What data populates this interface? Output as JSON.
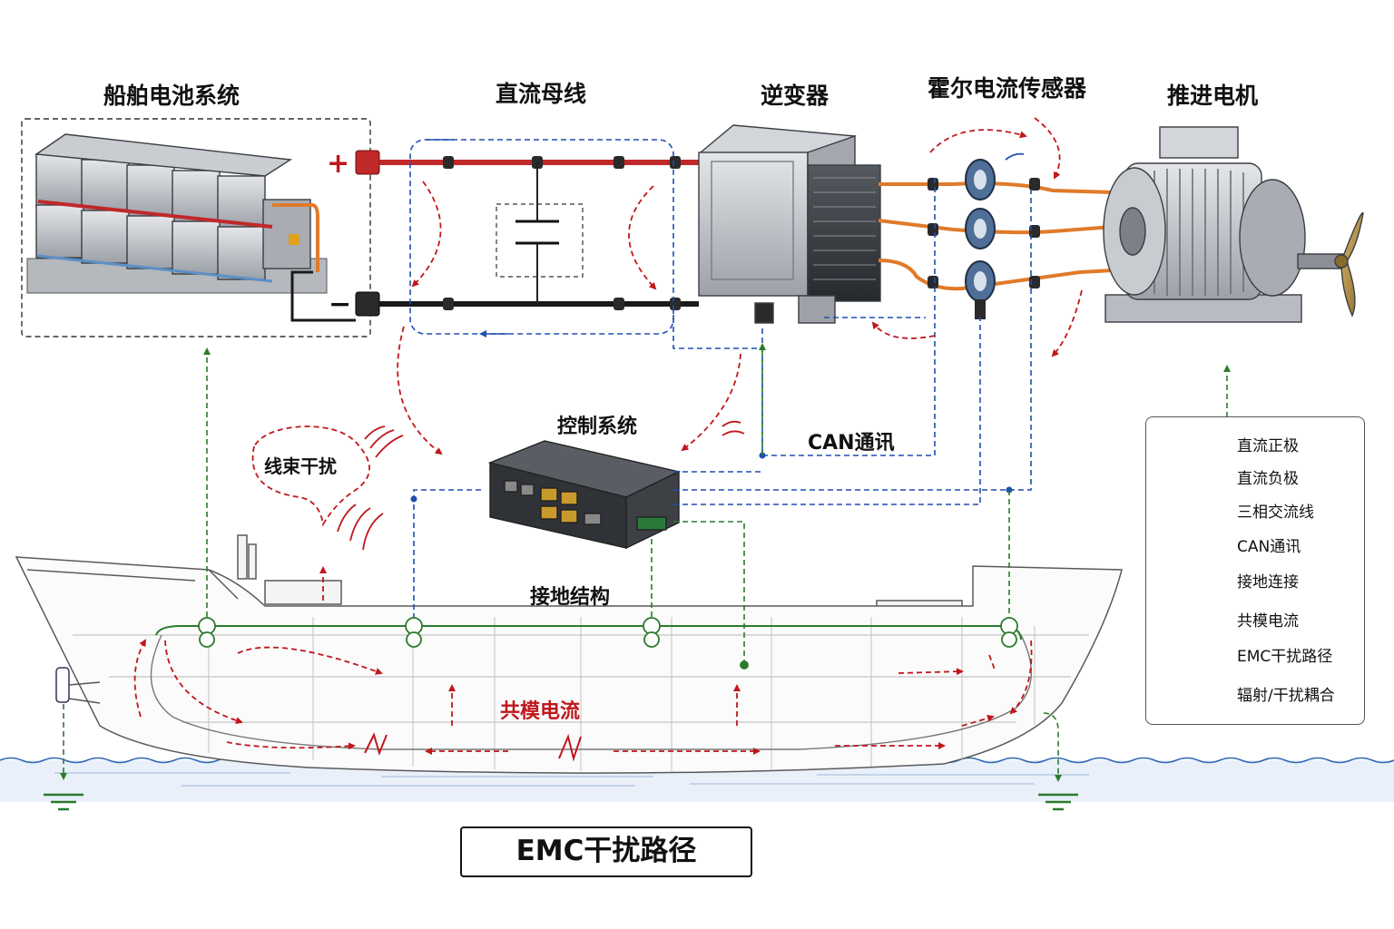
{
  "labels": {
    "battery": "船舶电池系统",
    "dc_bus": "直流母线",
    "inverter": "逆变器",
    "hall_sensor": "霍尔电流传感器",
    "motor": "推进电机",
    "control": "控制系统",
    "can": "CAN通讯",
    "harness": "线束干扰",
    "ground": "接地结构",
    "common_mode": "共模电流",
    "plus": "+",
    "minus": "−"
  },
  "title": "EMC干扰路径",
  "legend": [
    {
      "label": "直流正极",
      "symbol": "solid-line",
      "color": "#c0282a"
    },
    {
      "label": "直流负极",
      "symbol": "solid-line",
      "color": "#1a1a1a"
    },
    {
      "label": "三相交流线",
      "symbol": "solid-line",
      "color": "#e07a2a"
    },
    {
      "label": "CAN通讯",
      "symbol": "dashed-line",
      "color": "#1f4fb0"
    },
    {
      "label": "接地连接",
      "symbol": "ground-dashed",
      "color": "#2c7a2c"
    },
    {
      "label": "共模电流",
      "symbol": "dashed-arrow",
      "color": "#1f4fb0"
    },
    {
      "label": "EMC干扰路径",
      "symbol": "dashed-arrow",
      "color": "#c0171c"
    },
    {
      "label": "辐射/干扰耦合",
      "symbol": "radiation-icon",
      "color": "#c0171c"
    }
  ],
  "colors": {
    "dc_positive": "#c0282a",
    "dc_negative": "#1a1a1a",
    "ac_three_phase": "#e07a2a",
    "can_bus": "#1f4fb0",
    "ground": "#2c7a2c",
    "emc_path": "#c0171c"
  }
}
